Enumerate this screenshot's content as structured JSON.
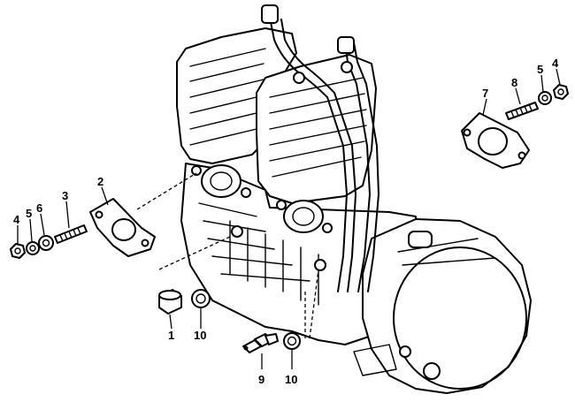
{
  "callouts": {
    "left_nut": "4",
    "left_lockwasher": "5",
    "left_washer": "6",
    "left_stud": "3",
    "left_gasket": "2",
    "drain_plug": "1",
    "drain_washer": "10",
    "sensor": "9",
    "sensor_washer": "10",
    "right_gasket": "7",
    "right_stud": "8",
    "right_lockwasher": "5",
    "right_nut": "4"
  }
}
